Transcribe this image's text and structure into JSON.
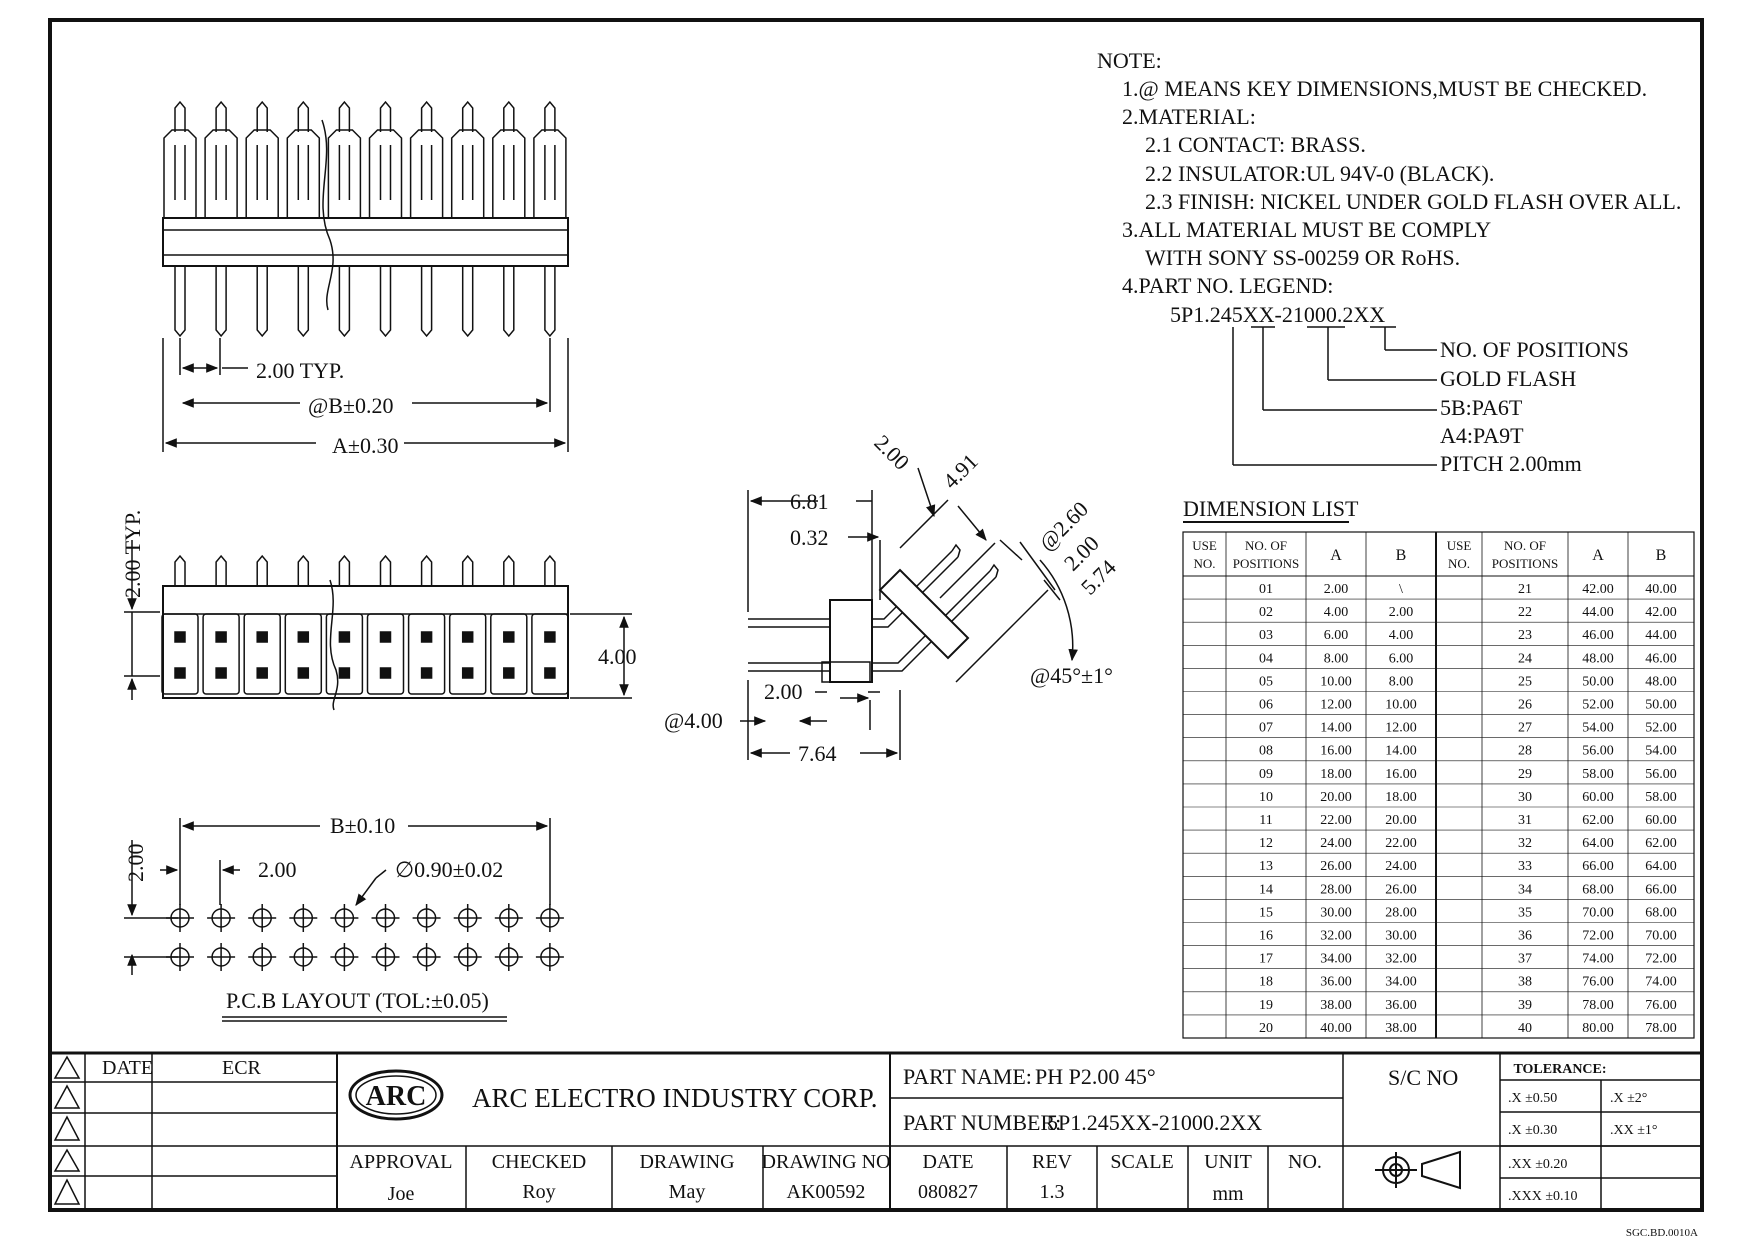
{
  "notes": {
    "heading": "NOTE:",
    "lines": [
      "1.@ MEANS KEY DIMENSIONS,MUST BE CHECKED.",
      "2.MATERIAL:",
      "2.1 CONTACT: BRASS.",
      "2.2 INSULATOR:UL 94V-0 (BLACK).",
      "2.3 FINISH: NICKEL UNDER GOLD FLASH OVER ALL.",
      "3.ALL MATERIAL MUST BE COMPLY",
      "WITH SONY SS-00259 OR RoHS.",
      "4.PART NO. LEGEND:"
    ],
    "legend_part_no": "5P1.245XX-21000.2XX",
    "legend_labels": [
      "NO. OF POSITIONS",
      "GOLD FLASH",
      "5B:PA6T",
      "A4:PA9T",
      "PITCH 2.00mm"
    ]
  },
  "dims": {
    "top_pitch": "2.00 TYP.",
    "top_b": "@B±0.20",
    "top_a": "A±0.30",
    "side_pitch": "2.00 TYP.",
    "side_height": "4.00",
    "mid_681": "6.81",
    "mid_032": "0.32",
    "mid_200a": "2.00",
    "mid_491": "4.91",
    "mid_260": "@2.60",
    "mid_200b": "2.00",
    "mid_574": "5.74",
    "mid_angle": "@45°±1°",
    "mid_200c": "2.00",
    "mid_400": "@4.00",
    "mid_764": "7.64",
    "pcb_b": "B±0.10",
    "pcb_200v": "2.00",
    "pcb_200h": "2.00",
    "pcb_hole": "∅0.90±0.02",
    "pcb_title": "P.C.B LAYOUT (TOL:±0.05)"
  },
  "dimension_list": {
    "title": "DIMENSION LIST",
    "headers": [
      "USE NO.",
      "NO. OF POSITIONS",
      "A",
      "B",
      "USE NO.",
      "NO. OF POSITIONS",
      "A",
      "B"
    ],
    "rows": [
      [
        "",
        "01",
        "2.00",
        "\\",
        "",
        "21",
        "42.00",
        "40.00"
      ],
      [
        "",
        "02",
        "4.00",
        "2.00",
        "",
        "22",
        "44.00",
        "42.00"
      ],
      [
        "",
        "03",
        "6.00",
        "4.00",
        "",
        "23",
        "46.00",
        "44.00"
      ],
      [
        "",
        "04",
        "8.00",
        "6.00",
        "",
        "24",
        "48.00",
        "46.00"
      ],
      [
        "",
        "05",
        "10.00",
        "8.00",
        "",
        "25",
        "50.00",
        "48.00"
      ],
      [
        "",
        "06",
        "12.00",
        "10.00",
        "",
        "26",
        "52.00",
        "50.00"
      ],
      [
        "",
        "07",
        "14.00",
        "12.00",
        "",
        "27",
        "54.00",
        "52.00"
      ],
      [
        "",
        "08",
        "16.00",
        "14.00",
        "",
        "28",
        "56.00",
        "54.00"
      ],
      [
        "",
        "09",
        "18.00",
        "16.00",
        "",
        "29",
        "58.00",
        "56.00"
      ],
      [
        "",
        "10",
        "20.00",
        "18.00",
        "",
        "30",
        "60.00",
        "58.00"
      ],
      [
        "",
        "11",
        "22.00",
        "20.00",
        "",
        "31",
        "62.00",
        "60.00"
      ],
      [
        "",
        "12",
        "24.00",
        "22.00",
        "",
        "32",
        "64.00",
        "62.00"
      ],
      [
        "",
        "13",
        "26.00",
        "24.00",
        "",
        "33",
        "66.00",
        "64.00"
      ],
      [
        "",
        "14",
        "28.00",
        "26.00",
        "",
        "34",
        "68.00",
        "66.00"
      ],
      [
        "",
        "15",
        "30.00",
        "28.00",
        "",
        "35",
        "70.00",
        "68.00"
      ],
      [
        "",
        "16",
        "32.00",
        "30.00",
        "",
        "36",
        "72.00",
        "70.00"
      ],
      [
        "",
        "17",
        "34.00",
        "32.00",
        "",
        "37",
        "74.00",
        "72.00"
      ],
      [
        "",
        "18",
        "36.00",
        "34.00",
        "",
        "38",
        "76.00",
        "74.00"
      ],
      [
        "",
        "19",
        "38.00",
        "36.00",
        "",
        "39",
        "78.00",
        "76.00"
      ],
      [
        "",
        "20",
        "40.00",
        "38.00",
        "",
        "40",
        "80.00",
        "78.00"
      ]
    ]
  },
  "title_block": {
    "date_label": "DATE",
    "ecr_label": "ECR",
    "logo": "ARC",
    "company": "ARC ELECTRO INDUSTRY CORP.",
    "part_name_label": "PART NAME:",
    "part_name": "PH P2.00 45°",
    "part_number_label": "PART NUMBER:",
    "part_number": "5P1.245XX-21000.2XX",
    "sc_no_label": "S/C NO",
    "tolerance_label": "TOLERANCE:",
    "tolerances": [
      ".X ±0.50",
      ".X ±2°",
      ".X ±0.30",
      ".XX ±1°",
      ".XX ±0.20",
      ".XXX ±0.10"
    ],
    "approval_label": "APPROVAL",
    "checked_label": "CHECKED",
    "drawing_label": "DRAWING",
    "drawing_no_label": "DRAWING NO",
    "date_col_label": "DATE",
    "rev_label": "REV",
    "scale_label": "SCALE",
    "unit_label": "UNIT",
    "no_label": "NO.",
    "approval": "Joe",
    "checked": "Roy",
    "drawing": "May",
    "drawing_no": "AK00592",
    "date": "080827",
    "rev": "1.3",
    "scale": "",
    "unit": "mm",
    "no": ""
  },
  "footer_code": "SGC.BD.0010A"
}
